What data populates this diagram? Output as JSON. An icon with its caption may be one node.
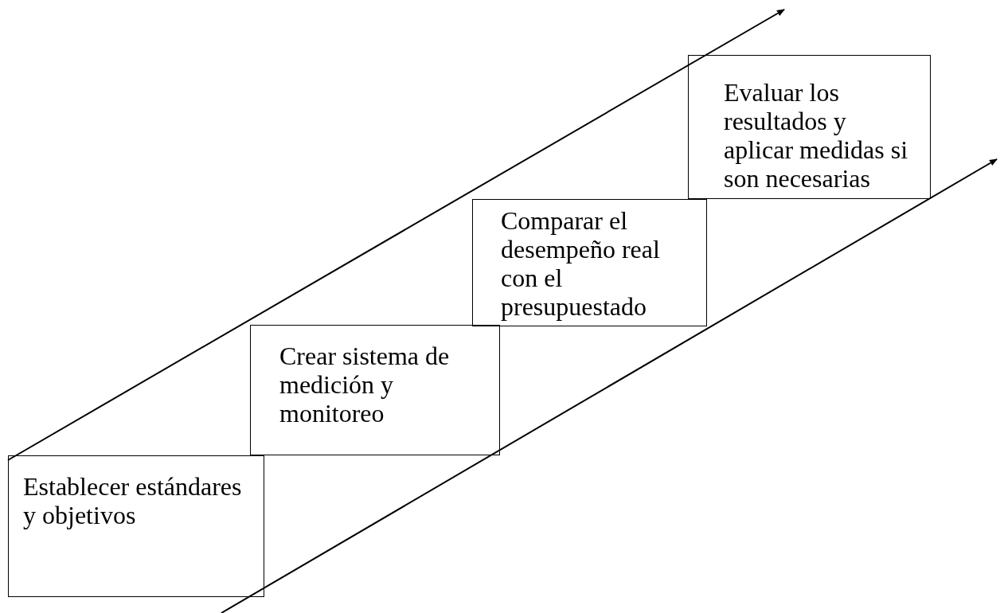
{
  "diagram": {
    "nodes": [
      {
        "text": [
          "Establecer estándares y objetivos"
        ]
      },
      {
        "text": [
          "Crear sistema de medición y monitoreo"
        ]
      },
      {
        "text": [
          "Comparar el desempeño real con el presupuestado"
        ]
      },
      {
        "text": [
          "Evaluar los resultados y aplicar medidas si son necesarias"
        ]
      }
    ]
  }
}
